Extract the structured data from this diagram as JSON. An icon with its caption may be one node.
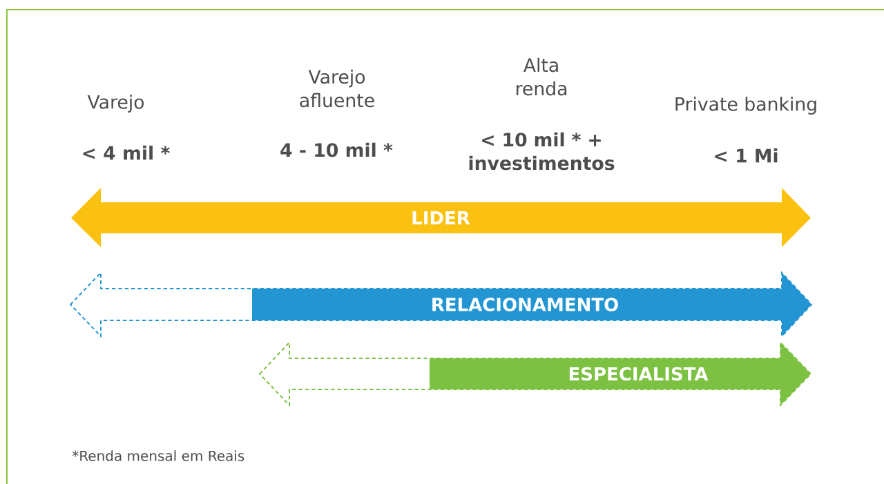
{
  "diagram": {
    "nodes": [
      {
        "text": [
          "LIDER"
        ]
      },
      {
        "text": [
          "RELACIONAMENTO"
        ]
      },
      {
        "text": [
          "ESPECIALISTA"
        ]
      }
    ],
    "labels": [
      "Varejo",
      "Varejo afluente",
      "Alta renda",
      "Private banking",
      "< 4 mil *",
      "4 - 10 mil *",
      "< 10 mil * + investimentos",
      "< 1 Mi",
      "*Renda mensal em Reais"
    ]
  }
}
